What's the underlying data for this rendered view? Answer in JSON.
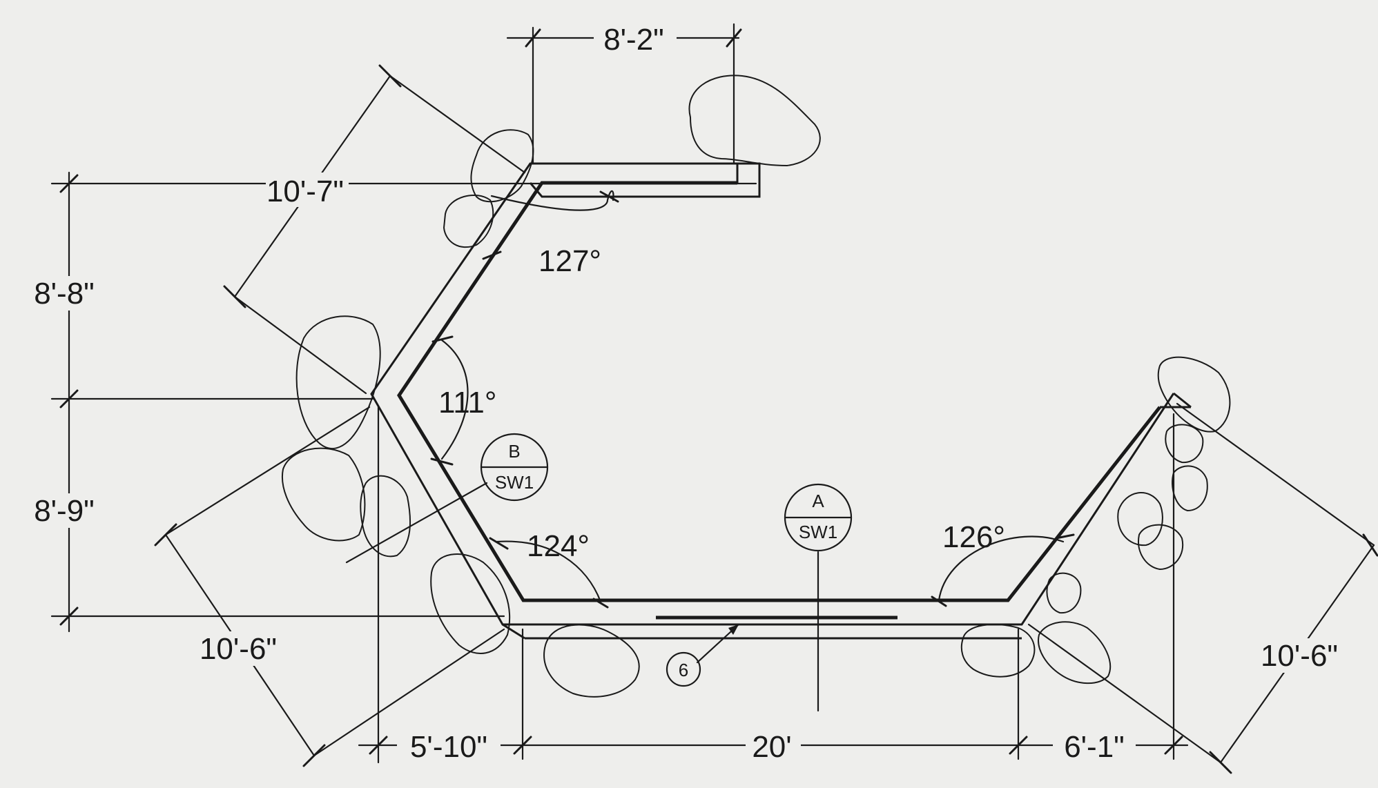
{
  "dimensions": {
    "top_width": "8'-2\"",
    "upper_left_diagonal": "10'-7\"",
    "upper_left_vertical": "8'-8\"",
    "lower_left_vertical": "8'-9\"",
    "lower_left_diagonal": "10'-6\"",
    "bottom_left_run": "5'-10\"",
    "bottom_center_run": "20'",
    "bottom_right_run": "6'-1\"",
    "right_diagonal": "10'-6\""
  },
  "angles": {
    "upper_bend": "127°",
    "left_apex": "111°",
    "lower_left_bend": "124°",
    "lower_right_bend": "126°"
  },
  "section_markers": [
    {
      "letter": "B",
      "sheet": "SW1"
    },
    {
      "letter": "A",
      "sheet": "SW1"
    }
  ],
  "keynote": "6"
}
